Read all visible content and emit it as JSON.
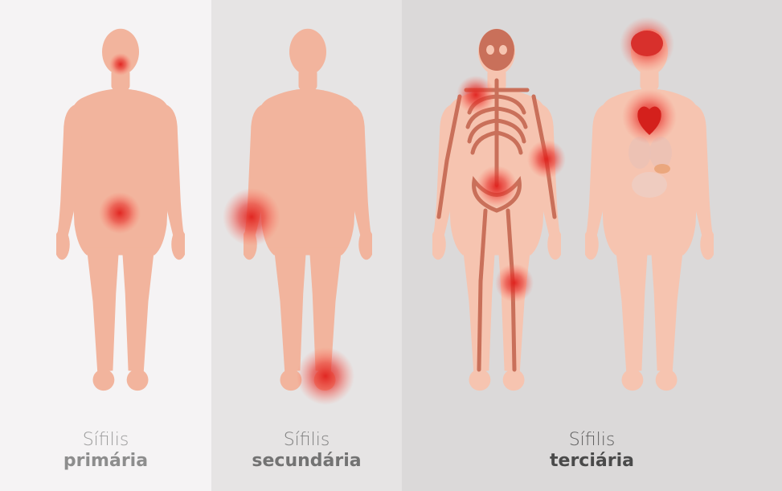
{
  "panels": [
    {
      "title": "Sífilis",
      "stage": "primária"
    },
    {
      "title": "Sífilis",
      "stage": "secundária"
    },
    {
      "title": "Sífilis",
      "stage": "terciária"
    }
  ],
  "colors": {
    "skin": "#f2b49d",
    "skin_light": "#f6c4b0",
    "lesion": "#e8302a",
    "bone": "#c9705a"
  }
}
